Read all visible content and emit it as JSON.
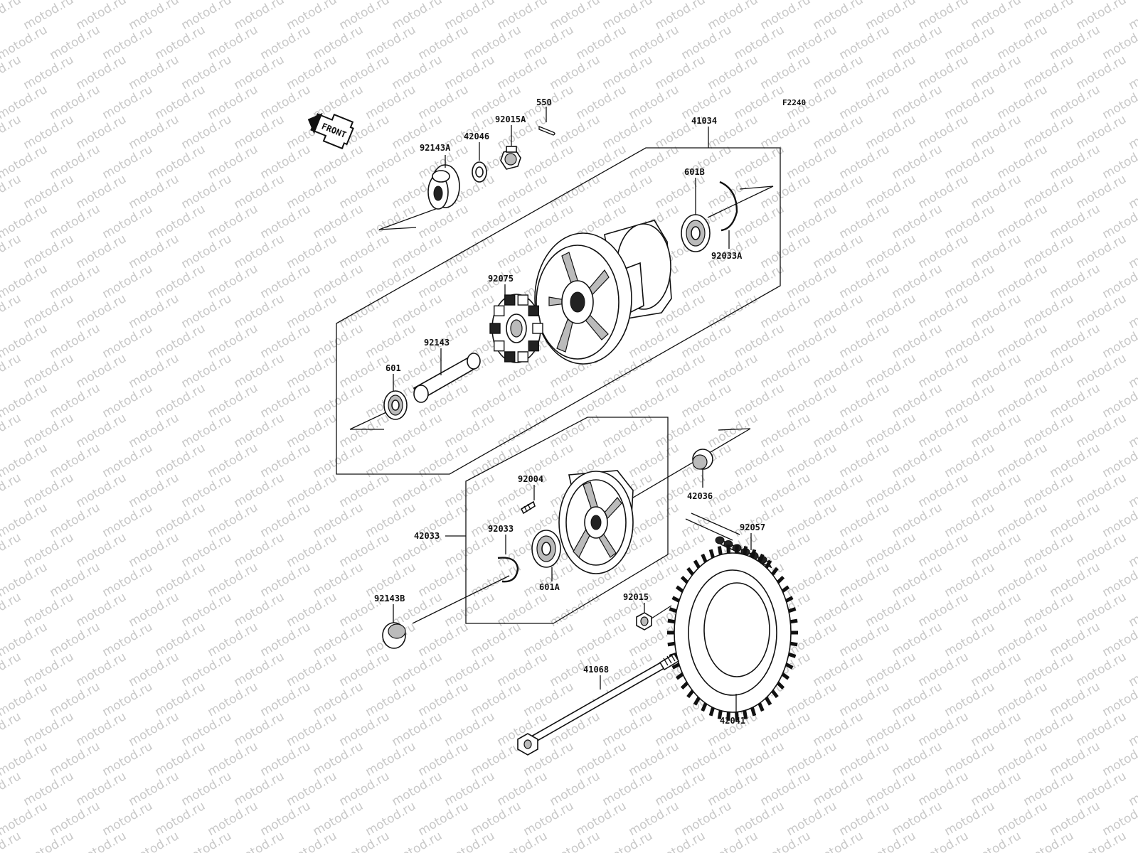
{
  "figure_code": "F2240",
  "watermark_text": "motod.ru",
  "front_label": "FRONT",
  "labels": {
    "p550": "550",
    "p92015A": "92015A",
    "p42046": "42046",
    "p92143A": "92143A",
    "p41034": "41034",
    "p601B": "601B",
    "p92033A": "92033A",
    "p92075": "92075",
    "p92143": "92143",
    "p601": "601",
    "p92004": "92004",
    "p42036": "42036",
    "p92057": "92057",
    "p42033": "42033",
    "p92033": "92033",
    "p601A": "601A",
    "p92143B": "92143B",
    "p92015": "92015",
    "p41068": "41068",
    "p42041": "42041"
  },
  "icons": {
    "front_arrow": "front-arrow-icon"
  },
  "colors": {
    "ink": "#111111",
    "watermark": "#c8c8c8",
    "background": "#ffffff"
  }
}
